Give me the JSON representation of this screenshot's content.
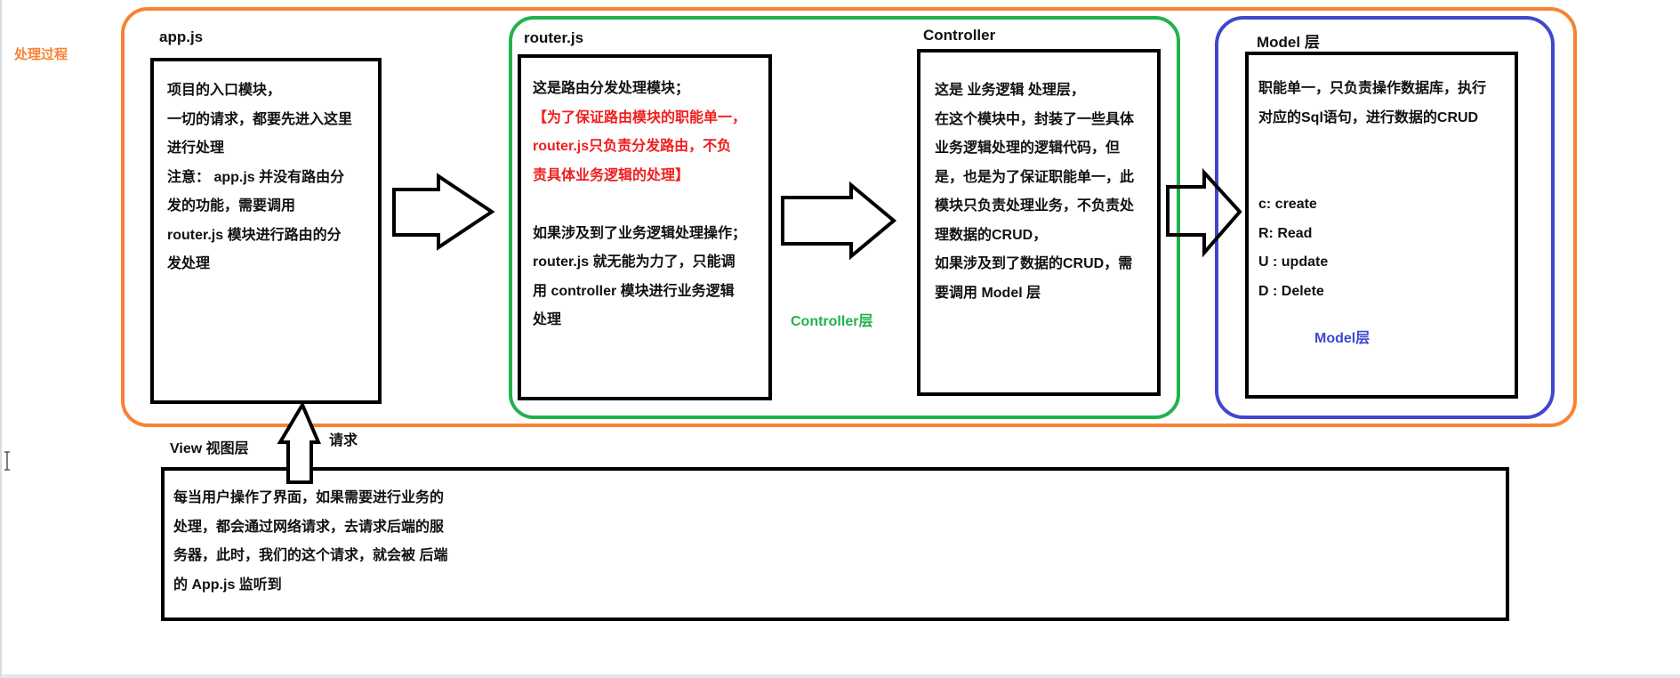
{
  "process_label": "处理过程",
  "app": {
    "title": "app.js",
    "lines": [
      "项目的入口模块，",
      "一切的请求，都要先进入这里",
      "进行处理",
      "注意： app.js 并没有路由分",
      "发的功能，需要调用",
      "router.js 模块进行路由的分",
      "发处理"
    ]
  },
  "router": {
    "title": "router.js",
    "lines": [
      "这是路由分发处理模块；"
    ],
    "red_lines": [
      "【为了保证路由模块的职能单一，",
      "router.js只负责分发路由，不负",
      "责具体业务逻辑的处理】"
    ],
    "lines2": [
      "如果涉及到了业务逻辑处理操作；",
      "router.js 就无能为力了，只能调",
      "用 controller 模块进行业务逻辑",
      "处理"
    ]
  },
  "controller_layer_label": "Controller层",
  "controller": {
    "title": "Controller",
    "lines": [
      "这是 业务逻辑 处理层，",
      "在这个模块中，封装了一些具体",
      "业务逻辑处理的逻辑代码，但",
      "是，也是为了保证职能单一，此",
      "模块只负责处理业务，不负责处",
      "理数据的CRUD，",
      "如果涉及到了数据的CRUD，需",
      "要调用 Model 层"
    ]
  },
  "model": {
    "title": "Model 层",
    "lines": [
      "职能单一，只负责操作数据库，执行",
      "对应的Sql语句，进行数据的CRUD"
    ],
    "crud": [
      "c:  create",
      "R: Read",
      "U : update",
      "D : Delete"
    ]
  },
  "model_layer_label": "Model层",
  "request_label": "请求",
  "view": {
    "title": "View 视图层",
    "lines": [
      "每当用户操作了界面，如果需要进行业务的",
      "处理，都会通过网络请求，去请求后端的服",
      "务器，此时，我们的这个请求，就会被 后端",
      "的 App.js 监听到"
    ]
  },
  "colors": {
    "process": "#f98232",
    "controller": "#22b14c",
    "model": "#3f48cc",
    "emphasis": "#f01e1e"
  }
}
